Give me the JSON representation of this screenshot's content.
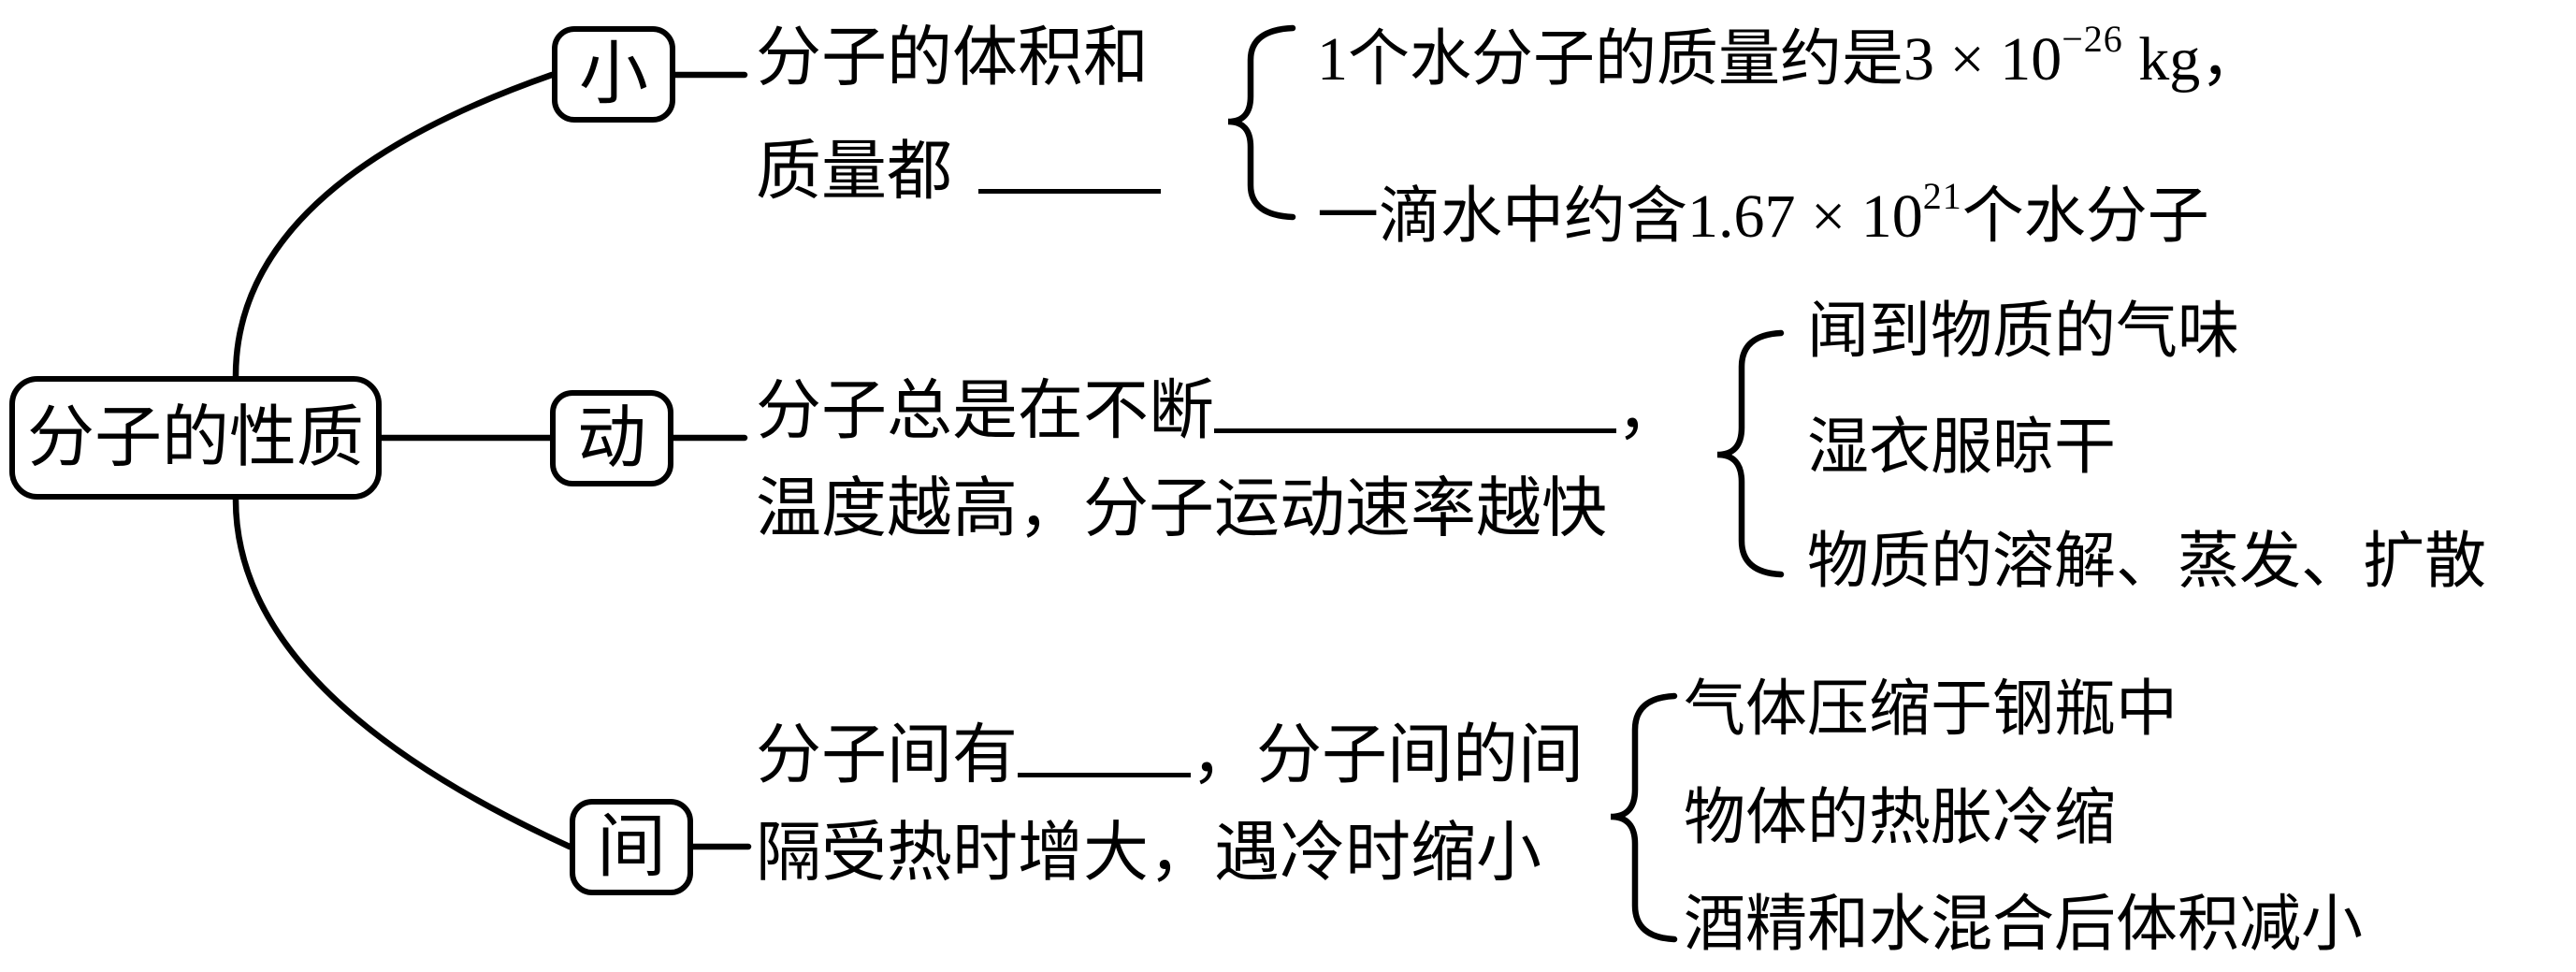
{
  "root": {
    "label": "分子的性质"
  },
  "branches": {
    "small": {
      "key": "小",
      "line1": "分子的体积和",
      "line2_prefix": "质量都",
      "examples": [
        {
          "base": "1个水分子的质量约是3 × 10",
          "sup": "−26",
          "tail": " kg，"
        },
        {
          "base": "一滴水中约含1.67 × 10",
          "sup": "21",
          "tail": "个水分子"
        }
      ]
    },
    "move": {
      "key": "动",
      "line1_prefix": "分子总是在不断",
      "line1_suffix": "，",
      "line2": "温度越高，分子运动速率越快",
      "examples": [
        "闻到物质的气味",
        "湿衣服晾干",
        "物质的溶解、蒸发、扩散"
      ]
    },
    "gap": {
      "key": "间",
      "line1_prefix": "分子间有",
      "line1_suffix": "，分子间的间",
      "line2": "隔受热时增大，遇冷时缩小",
      "examples": [
        "气体压缩于钢瓶中",
        "物体的热胀冷缩",
        "酒精和水混合后体积减小"
      ]
    }
  },
  "colors": {
    "ink": "#000000",
    "background": "#ffffff"
  }
}
